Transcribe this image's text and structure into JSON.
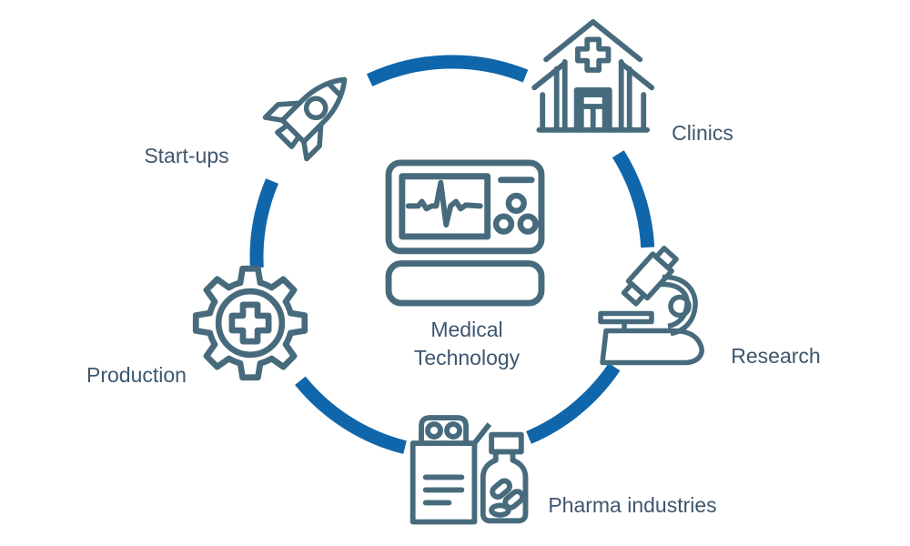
{
  "diagram": {
    "type": "hub-and-spoke-cycle",
    "center": {
      "icon": "medical-monitor-icon",
      "label_line1": "Medical",
      "label_line2": "Technology"
    },
    "nodes": [
      {
        "id": "start-ups",
        "label": "Start-ups",
        "icon": "rocket-icon",
        "position": "top-left"
      },
      {
        "id": "clinics",
        "label": "Clinics",
        "icon": "hospital-building-icon",
        "position": "top-right"
      },
      {
        "id": "research",
        "label": "Research",
        "icon": "microscope-icon",
        "position": "right"
      },
      {
        "id": "pharma-industries",
        "label": "Pharma industries",
        "icon": "medicine-box-bottle-icon",
        "position": "bottom"
      },
      {
        "id": "production",
        "label": "Production",
        "icon": "gear-medical-cross-icon",
        "position": "left"
      }
    ],
    "connector": {
      "style": "segmented-circle-arcs",
      "segment_count": 5
    },
    "colors": {
      "arc_blue": "#1066aa",
      "icon_stroke": "#476b7c",
      "label_text": "#3e566e",
      "background": "#ffffff"
    }
  }
}
